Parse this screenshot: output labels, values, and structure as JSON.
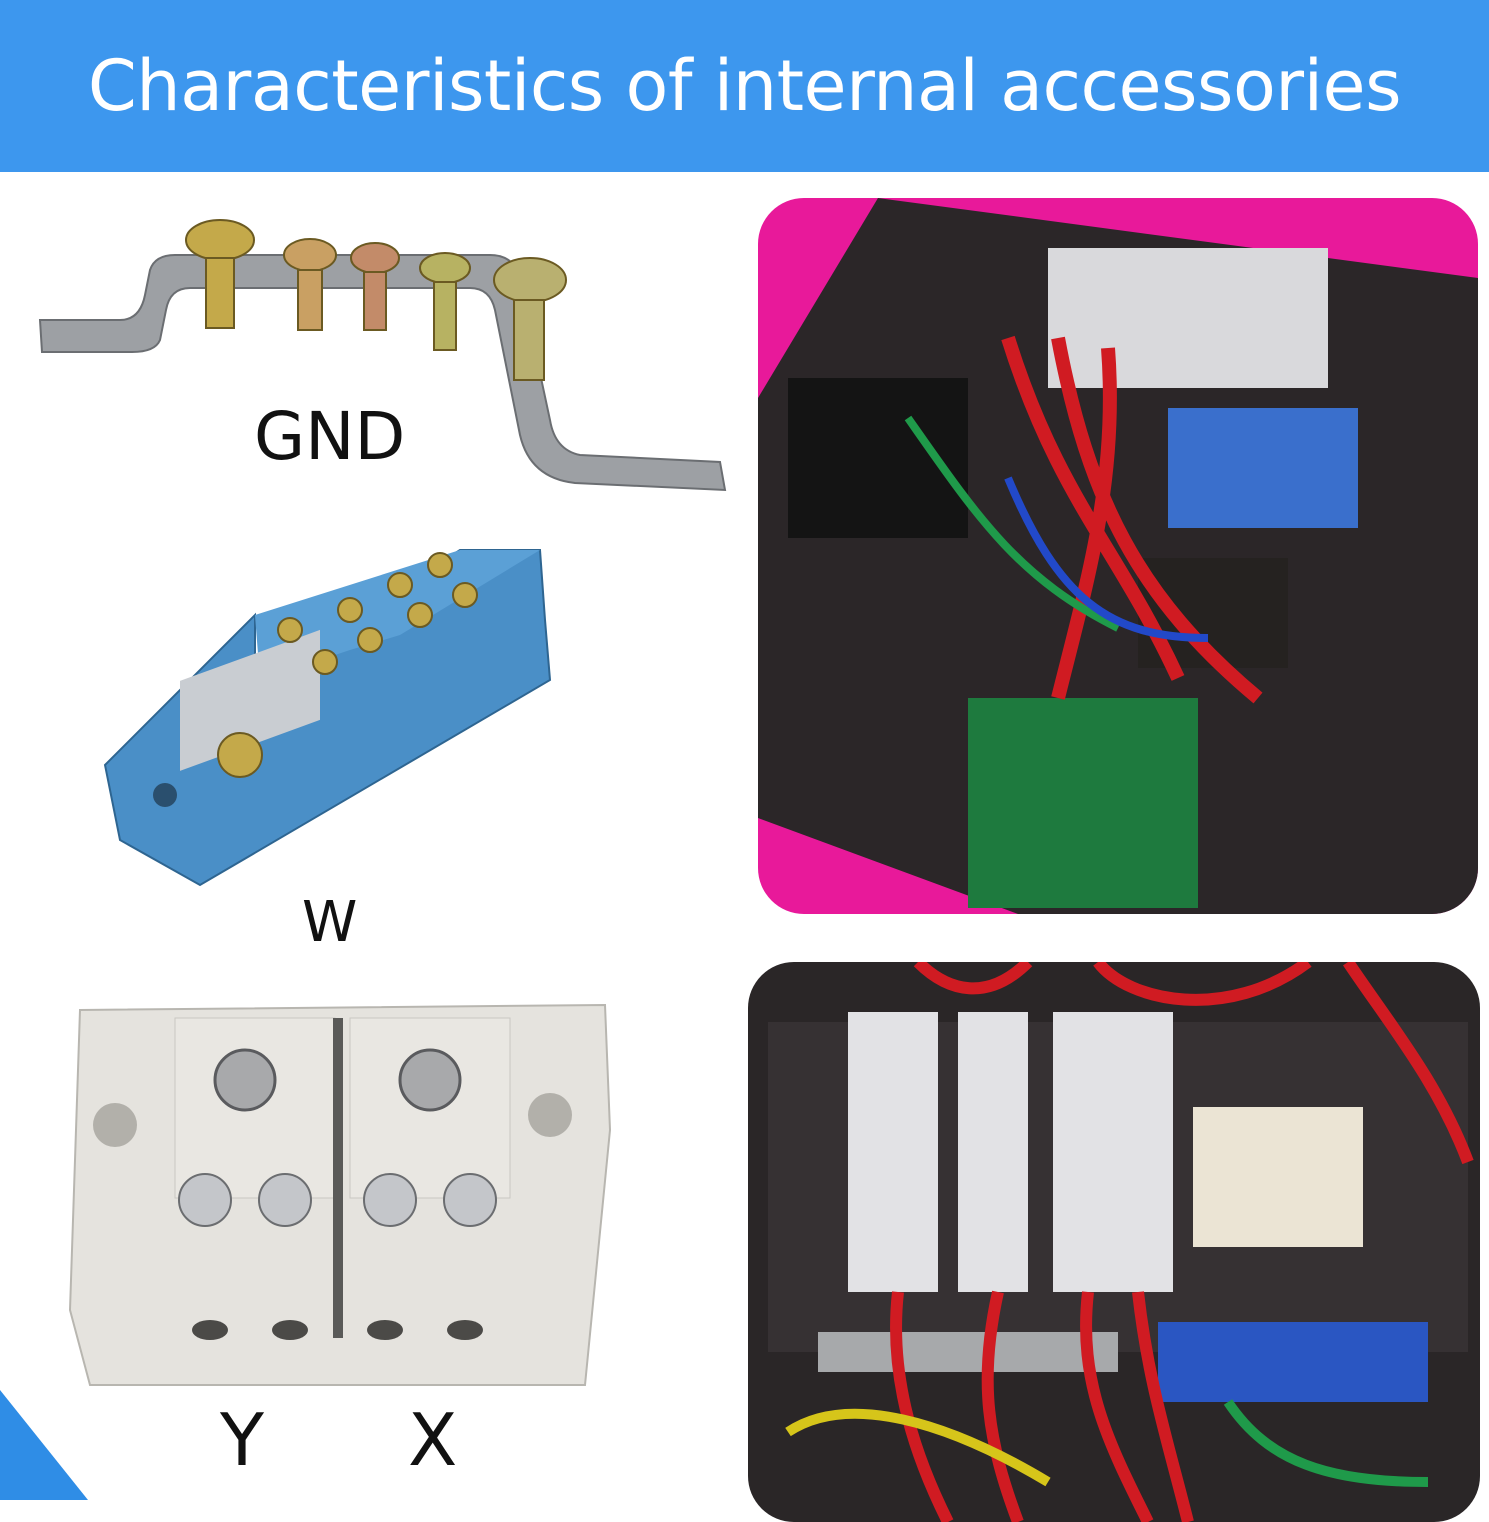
{
  "header": {
    "title": "Characteristics of internal accessories",
    "background": "#3d97ee"
  },
  "labels": {
    "gnd": "GND",
    "w": "W",
    "y": "Y",
    "x": "X"
  },
  "photos": {
    "top": {
      "alt": "Distribution box wiring with breakers, terminal blocks and circuit board"
    },
    "bottom": {
      "alt": "Distribution box with breakers, ground bar and blue terminal block"
    }
  },
  "colors": {
    "accent": "#3d97ee",
    "blue_part": "#4a8fc7",
    "pink_bg": "#e8199a"
  }
}
